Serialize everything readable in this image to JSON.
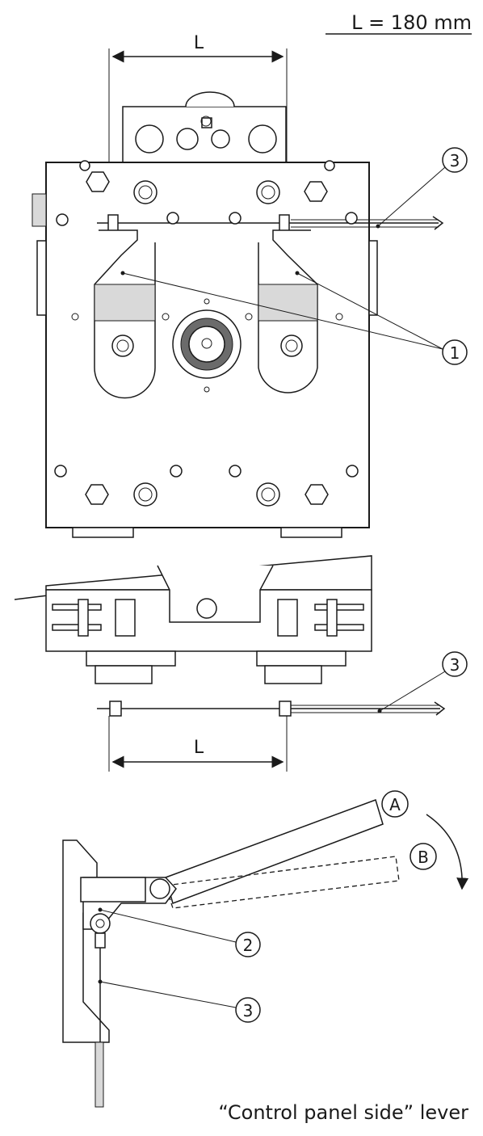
{
  "header": {
    "dimension_text": "L = 180 mm"
  },
  "top_view": {
    "dimension_label": "L",
    "callouts": [
      "3",
      "1"
    ]
  },
  "side_view": {
    "dimension_label": "L",
    "callouts": [
      "3"
    ]
  },
  "lever_view": {
    "position_labels": [
      "A",
      "B"
    ],
    "callouts": [
      "2",
      "3"
    ],
    "caption": "“Control panel side” lever"
  },
  "colors": {
    "ink": "#1a1a1a",
    "shade": "#d9d9d9",
    "dark": "#6b6b6b"
  },
  "icons": [
    "arrow-down-icon",
    "curved-arrow-icon"
  ]
}
